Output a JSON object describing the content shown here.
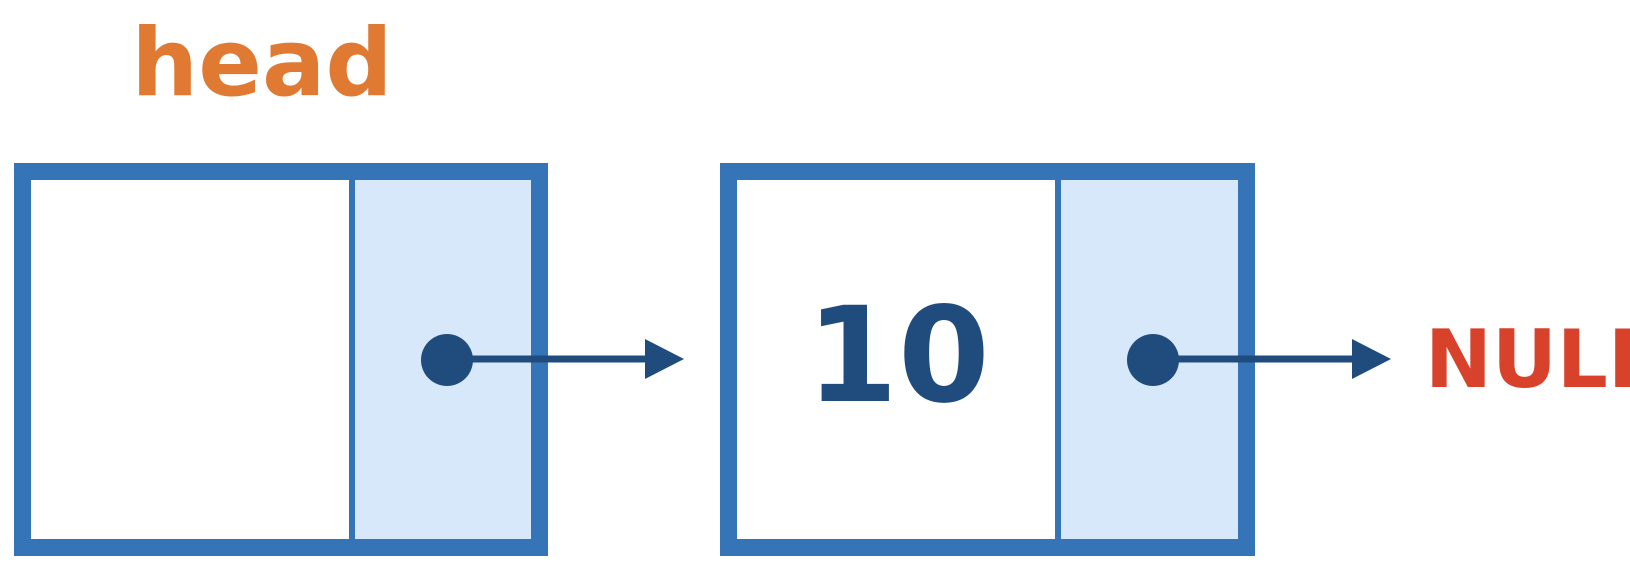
{
  "colors": {
    "border": "#3574b7",
    "pointer_fill": "#d8e8fb",
    "data_fill": "#ffffff",
    "dot_and_arrow": "#1f4c7d",
    "head_label": "#e07a33",
    "null_label": "#d8422b",
    "value_text": "#1f4c7d"
  },
  "head_label": "head",
  "nodes": [
    {
      "value": ""
    },
    {
      "value": "10"
    }
  ],
  "terminal_label": "NULL"
}
